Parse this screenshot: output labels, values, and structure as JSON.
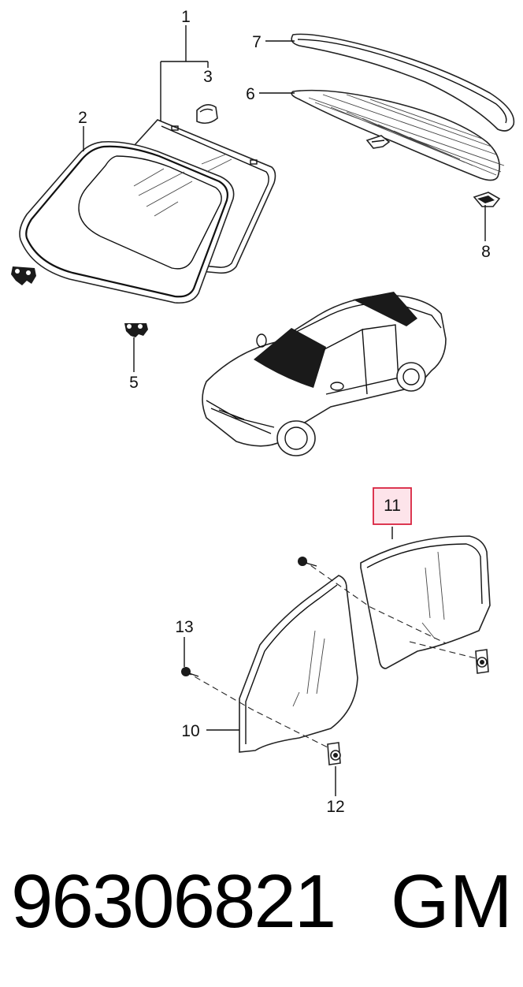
{
  "diagram": {
    "callouts": {
      "c1": "1",
      "c2": "2",
      "c3": "3",
      "c5": "5",
      "c6": "6",
      "c7": "7",
      "c8": "8",
      "c10": "10",
      "c11": "11",
      "c12": "12",
      "c13": "13"
    },
    "highlighted_callout": "11",
    "highlight_color": "#d9233f"
  },
  "footer": {
    "part_number": "96306821",
    "brand": "GM"
  }
}
